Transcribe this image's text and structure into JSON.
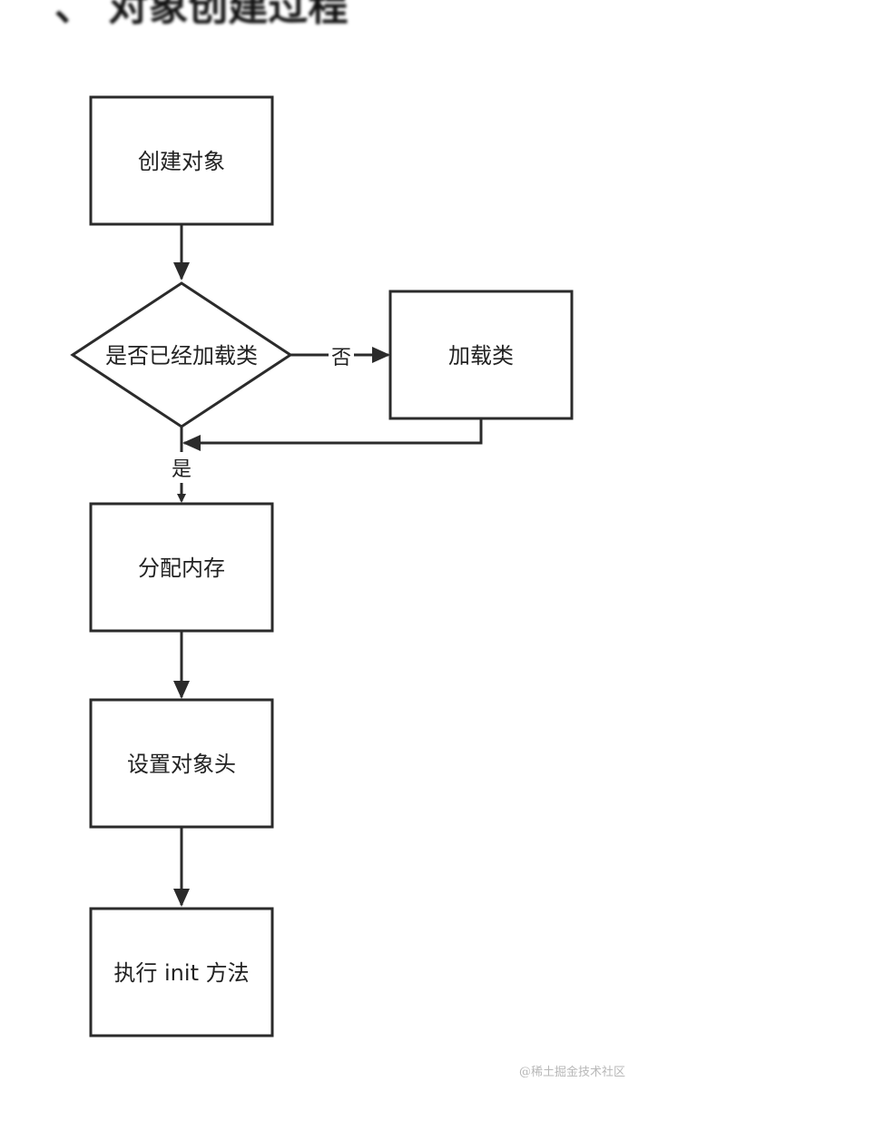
{
  "header": {
    "title": "、 对象创建过程"
  },
  "nodes": {
    "create": "创建对象",
    "check": "是否已经加载类",
    "load": "加载类",
    "alloc": "分配内存",
    "header": "设置对象头",
    "init": "执行 init 方法"
  },
  "edges": {
    "no_label": "否",
    "yes_label": "是"
  },
  "watermark": "@稀土掘金技术社区",
  "colors": {
    "stroke": "#2b2b2b",
    "text": "#222222",
    "background": "#ffffff"
  }
}
